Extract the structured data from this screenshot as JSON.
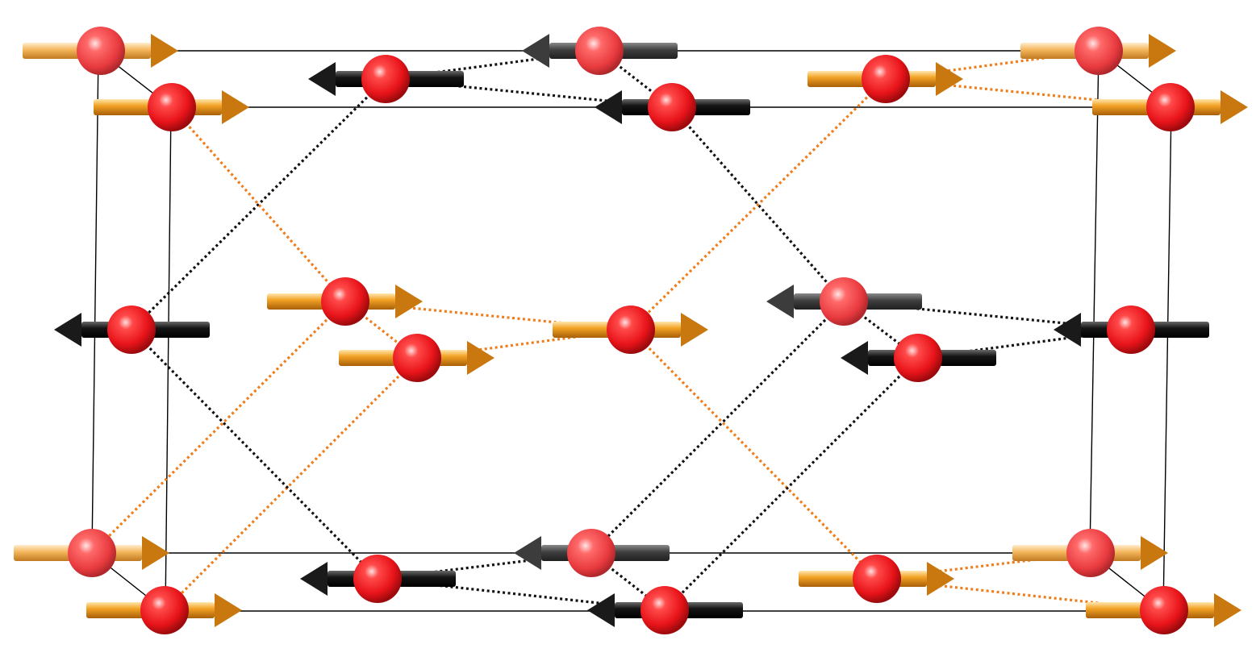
{
  "figure": {
    "kind": "magnetic-structure",
    "colors": {
      "background": "#ffffff",
      "cell_edge": "#000000",
      "atom": "#e8141a",
      "atom_highlight": "#ffd4d4",
      "spin_up": "#f0a020",
      "spin_up_head": "#c8780f",
      "spin_down": "#1a1a1a",
      "spin_down_back": "#3c3c3c",
      "bond_up": "#f07d1a",
      "bond_down": "#111111"
    },
    "spin_orientations": [
      "+x",
      "-x"
    ]
  },
  "atom_groups": [
    {
      "id": "top-left",
      "spins": [
        "+x",
        "+x"
      ]
    },
    {
      "id": "top-center",
      "spins": [
        "-x",
        "-x",
        "-x"
      ]
    },
    {
      "id": "top-right",
      "spins": [
        "+x",
        "+x",
        "+x"
      ]
    },
    {
      "id": "middle-left",
      "spins": [
        "-x"
      ]
    },
    {
      "id": "middle-center",
      "spins": [
        "+x",
        "+x",
        "+x"
      ]
    },
    {
      "id": "middle-right",
      "spins": [
        "-x",
        "-x",
        "-x"
      ]
    },
    {
      "id": "bottom-left",
      "spins": [
        "+x",
        "+x"
      ]
    },
    {
      "id": "bottom-center",
      "spins": [
        "-x",
        "-x",
        "-x"
      ]
    },
    {
      "id": "bottom-right",
      "spins": [
        "+x",
        "+x",
        "+x"
      ]
    }
  ]
}
